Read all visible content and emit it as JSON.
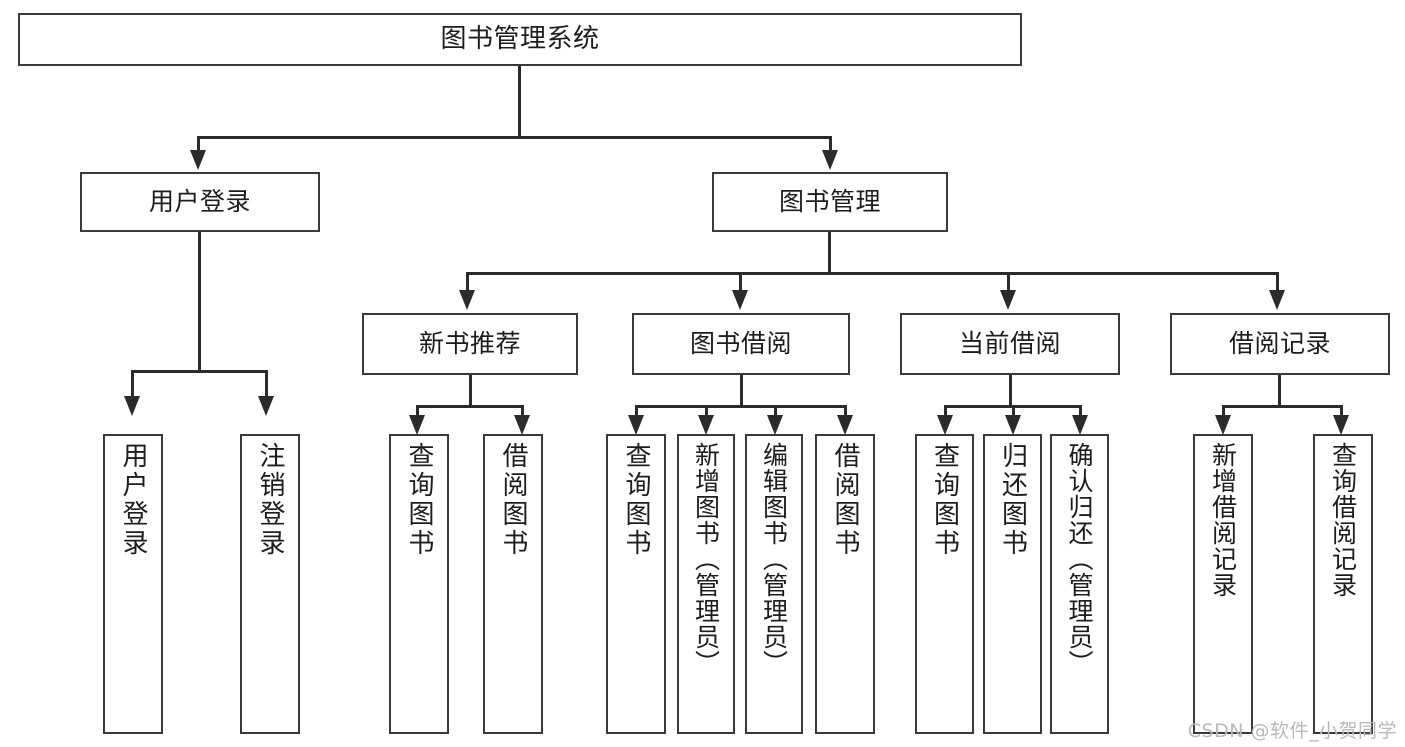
{
  "diagram": {
    "type": "tree-hierarchy-chart",
    "title": "图书管理系统",
    "watermark": "CSDN @软件_小贺同学",
    "colors": {
      "box_border": "#3a3a3a",
      "connector": "#2b2b2b",
      "text": "#1d1d1d",
      "background": "#ffffff",
      "watermark": "#b9b9b9"
    },
    "levels": {
      "level1": [
        {
          "id": "root",
          "label": "图书管理系统"
        }
      ],
      "level2": [
        {
          "id": "user-login",
          "label": "用户登录"
        },
        {
          "id": "book-manage",
          "label": "图书管理"
        }
      ],
      "level3": [
        {
          "id": "new-book-recommend",
          "label": "新书推荐"
        },
        {
          "id": "book-borrow",
          "label": "图书借阅"
        },
        {
          "id": "current-borrow",
          "label": "当前借阅"
        },
        {
          "id": "borrow-record",
          "label": "借阅记录"
        }
      ],
      "level4": [
        {
          "id": "leaf-user-login",
          "label": "用户登录",
          "parent": "user-login"
        },
        {
          "id": "leaf-logout",
          "label": "注销登录",
          "parent": "user-login"
        },
        {
          "id": "leaf-query-book-1",
          "label": "查询图书",
          "parent": "new-book-recommend"
        },
        {
          "id": "leaf-borrow-book-1",
          "label": "借阅图书",
          "parent": "new-book-recommend"
        },
        {
          "id": "leaf-query-book-2",
          "label": "查询图书",
          "parent": "book-borrow"
        },
        {
          "id": "leaf-add-book",
          "label": "新增图书（管理员）",
          "parent": "book-borrow"
        },
        {
          "id": "leaf-edit-book",
          "label": "编辑图书（管理员）",
          "parent": "book-borrow"
        },
        {
          "id": "leaf-borrow-book-2",
          "label": "借阅图书",
          "parent": "book-borrow"
        },
        {
          "id": "leaf-query-book-3",
          "label": "查询图书",
          "parent": "current-borrow"
        },
        {
          "id": "leaf-return-book",
          "label": "归还图书",
          "parent": "current-borrow"
        },
        {
          "id": "leaf-confirm-return",
          "label": "确认归还（管理员）",
          "parent": "current-borrow"
        },
        {
          "id": "leaf-add-record",
          "label": "新增借阅记录",
          "parent": "borrow-record"
        },
        {
          "id": "leaf-query-record",
          "label": "查询借阅记录",
          "parent": "borrow-record"
        }
      ]
    }
  }
}
